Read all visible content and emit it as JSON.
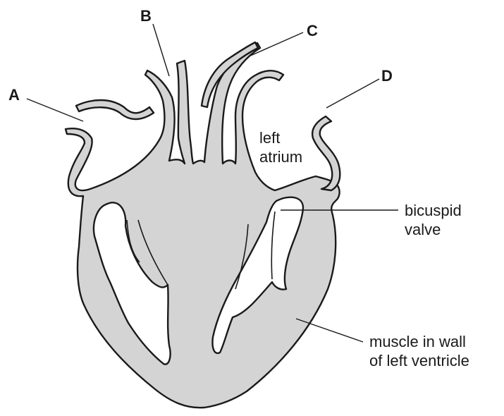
{
  "labels": {
    "a": "A",
    "b": "B",
    "c": "C",
    "d": "D",
    "left_atrium_1": "left",
    "left_atrium_2": "atrium",
    "bicuspid_1": "bicuspid",
    "bicuspid_2": "valve",
    "muscle_1": "muscle in wall",
    "muscle_2": "of left ventricle"
  },
  "colors": {
    "tissue": "#d4d4d4",
    "outline": "#1a1a1a",
    "background": "#ffffff"
  }
}
